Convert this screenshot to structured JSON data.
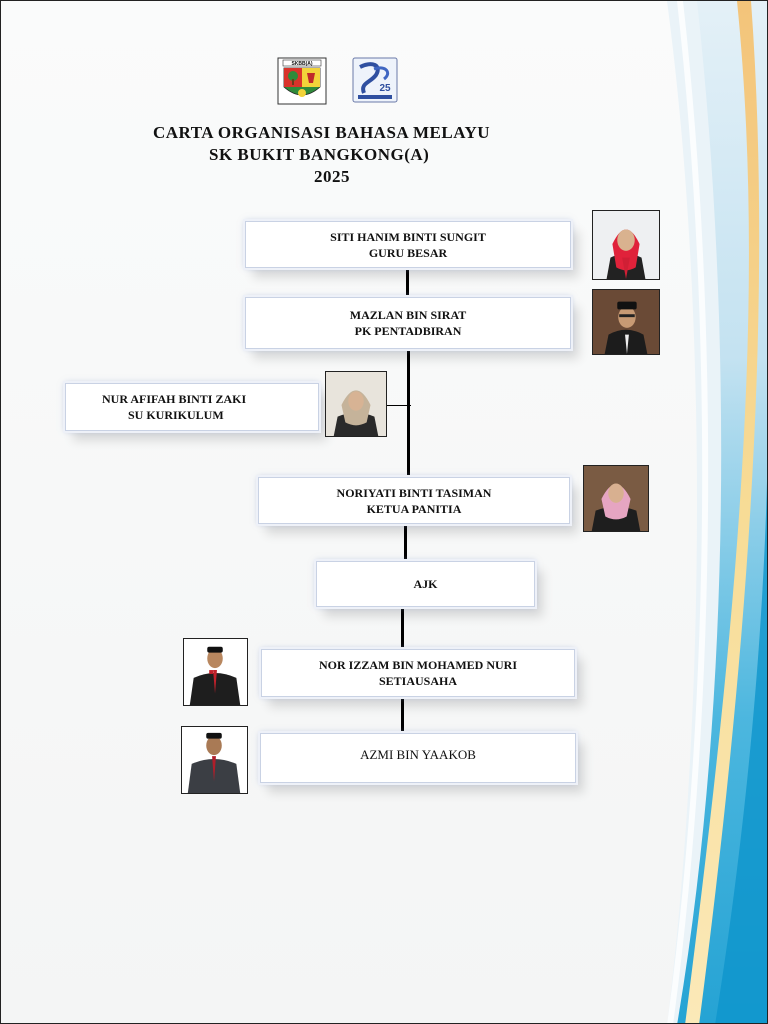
{
  "logos": {
    "school_text": "SKBB(A)",
    "anniversary_text": "25"
  },
  "title": {
    "line1": "CARTA ORGANISASI BAHASA MELAYU",
    "line2": "SK BUKIT BANGKONG(A)",
    "line3": "2025"
  },
  "members": [
    {
      "name": "SITI HANIM BINTI SUNGIT",
      "role": "GURU BESAR"
    },
    {
      "name": "MAZLAN BIN SIRAT",
      "role": "PK PENTADBIRAN"
    },
    {
      "name": "NUR AFIFAH BINTI ZAKI",
      "role": "SU KURIKULUM"
    },
    {
      "name": "NORIYATI BINTI TASIMAN",
      "role": "KETUA PANITIA"
    },
    {
      "name": "AJK",
      "role": ""
    },
    {
      "name": "NOR IZZAM BIN MOHAMED NURI",
      "role": "SETIAUSAHA"
    },
    {
      "name": "AZMI BIN YAAKOB",
      "role": ""
    }
  ],
  "colors": {
    "accent_blue": "#1aa3d6",
    "accent_yellow": "#f6d98a"
  }
}
